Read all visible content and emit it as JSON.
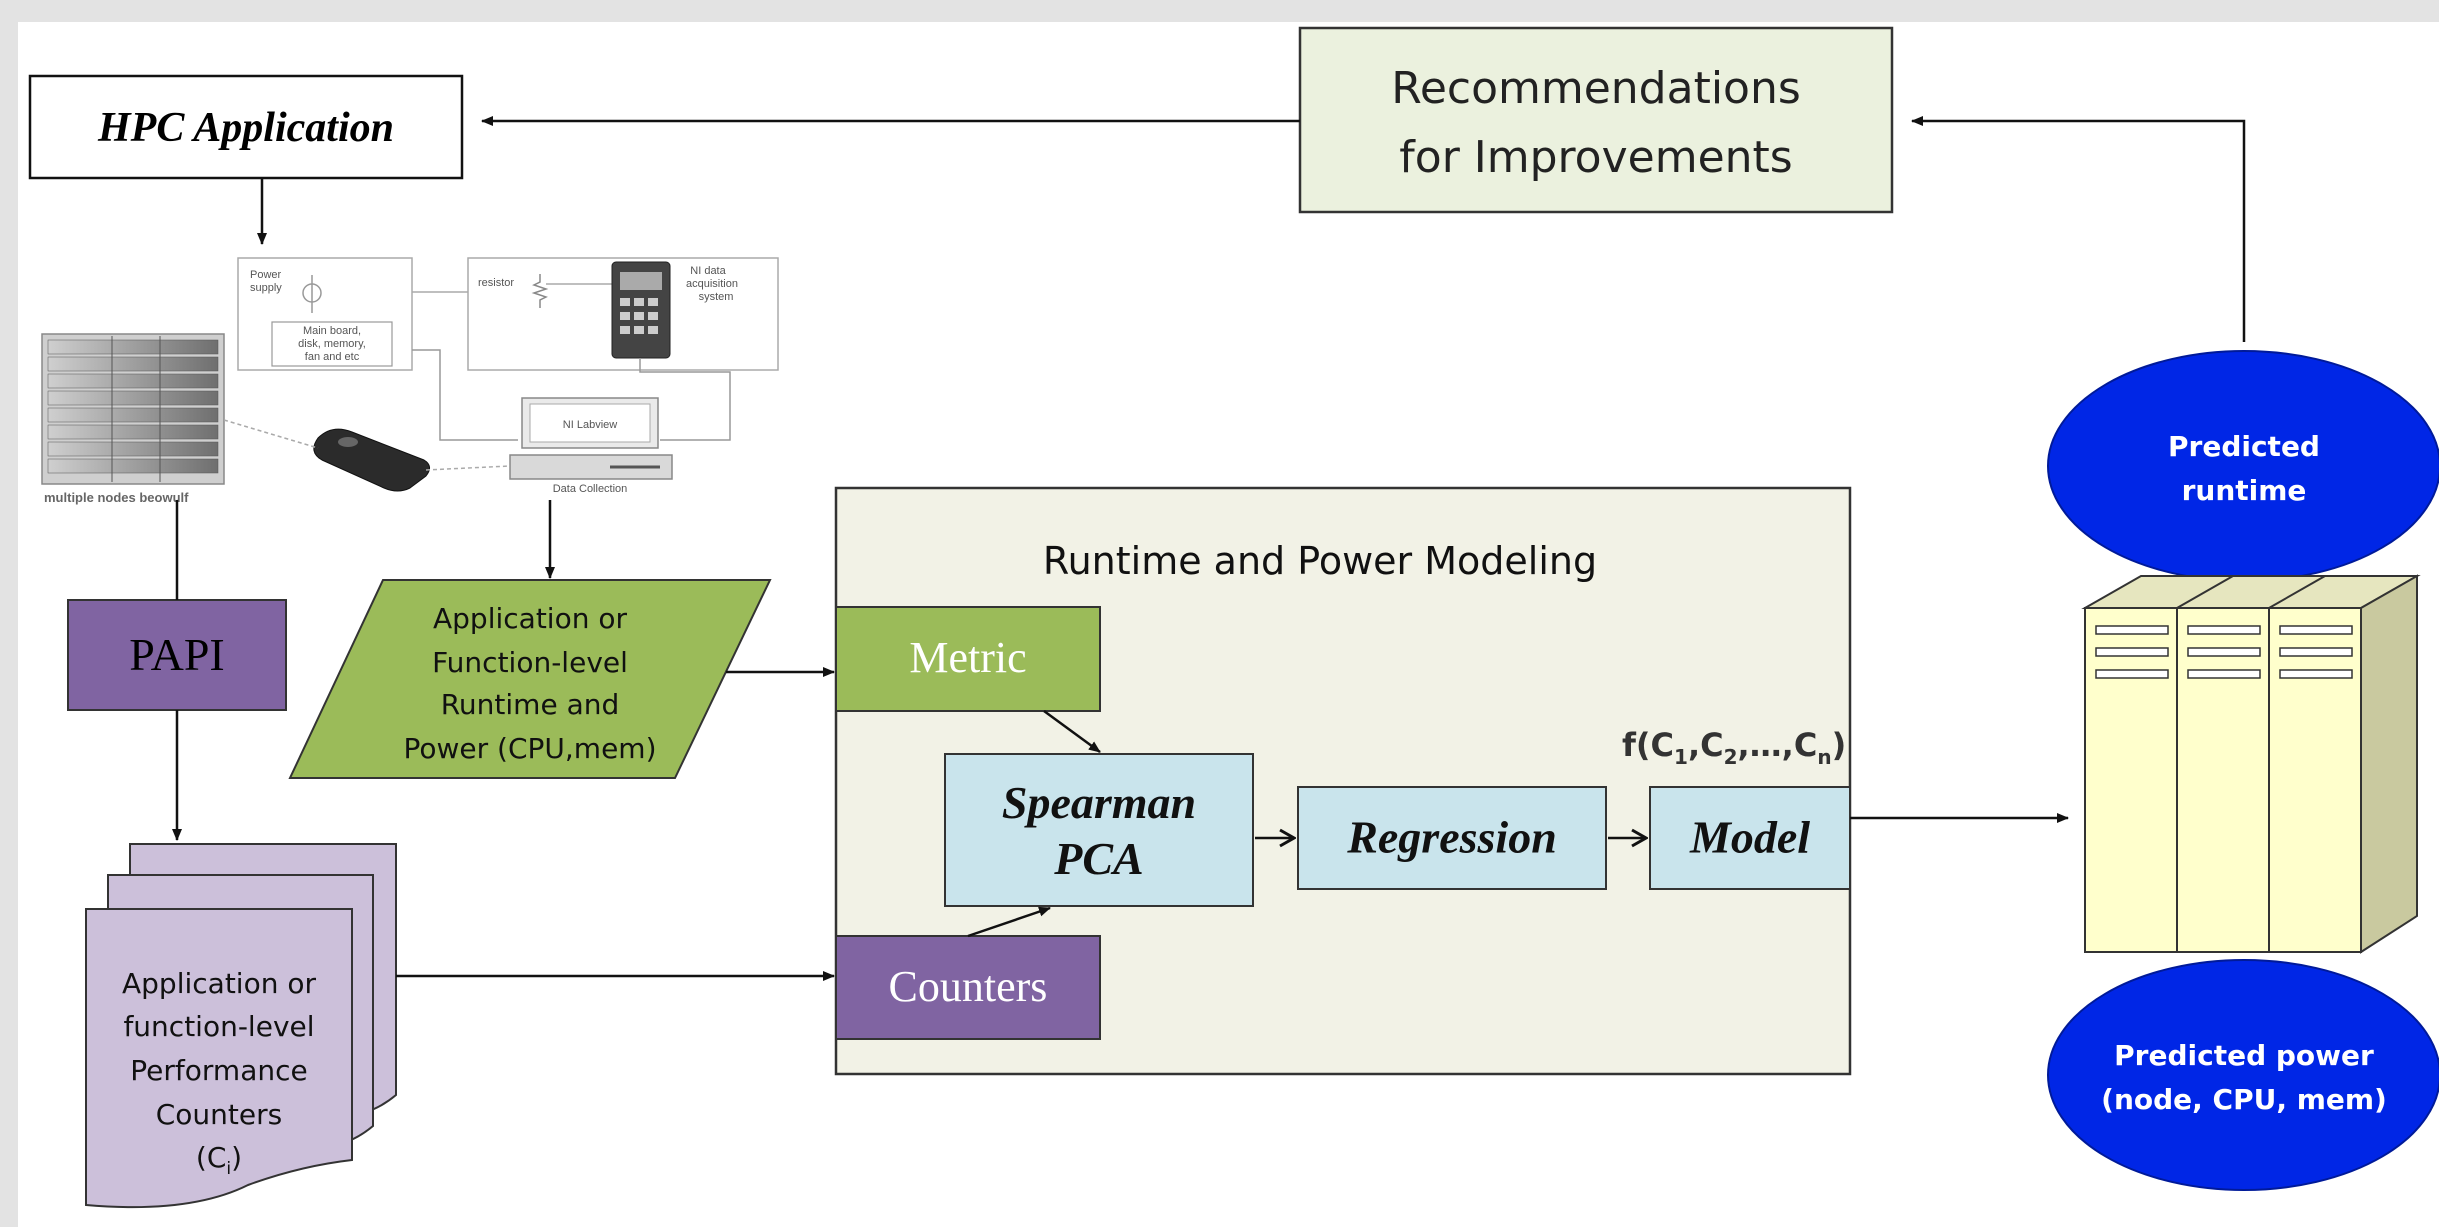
{
  "diagram": {
    "hpc_app": "HPC Application",
    "recommendations": [
      "Recommendations",
      "for Improvements"
    ],
    "papi": "PAPI",
    "power_setup": {
      "power_supply": [
        "Power",
        "supply"
      ],
      "main_board": [
        "Main board,",
        "disk, memory,",
        "fan and etc"
      ],
      "resistor": "resistor",
      "ni_daq": [
        "NI data",
        "acquisition",
        "system"
      ],
      "ni_labview": "NI Labview",
      "data_collection": "Data Collection",
      "nodes_caption": "multiple nodes beowulf"
    },
    "runtime_power": [
      "Application or",
      "Function-level",
      "Runtime and",
      "Power (CPU,mem)"
    ],
    "perf_counters": [
      "Application or",
      "function-level",
      "Performance",
      "Counters"
    ],
    "counters_symbol": {
      "base": "(C",
      "sub": "i",
      "close": ")"
    },
    "modeling_title": "Runtime and Power Modeling",
    "metric": "Metric",
    "counters": "Counters",
    "spearman": [
      "Spearman",
      "PCA"
    ],
    "regression": "Regression",
    "model": "Model",
    "function_label": {
      "prefix": "f(C",
      "sub1": "1",
      "mid1": ",C",
      "sub2": "2",
      "mid2": ",…,C",
      "subn": "n",
      "close": ")"
    },
    "predicted_runtime": [
      "Predicted",
      "runtime"
    ],
    "predicted_power": [
      "Predicted power",
      "(node, CPU, mem)"
    ]
  },
  "colors": {
    "background": "#e3e3e3",
    "canvas": "#ffffff",
    "green": "#9bbb59",
    "purple": "#8064a2",
    "lavender": "#ccc0da",
    "light_blue": "#c9e4ec",
    "beige": "#f2f2e6",
    "recommend_bg": "#ebf1de",
    "ellipse_blue": "#0026e6",
    "server_yellow": "#ffffcc"
  }
}
